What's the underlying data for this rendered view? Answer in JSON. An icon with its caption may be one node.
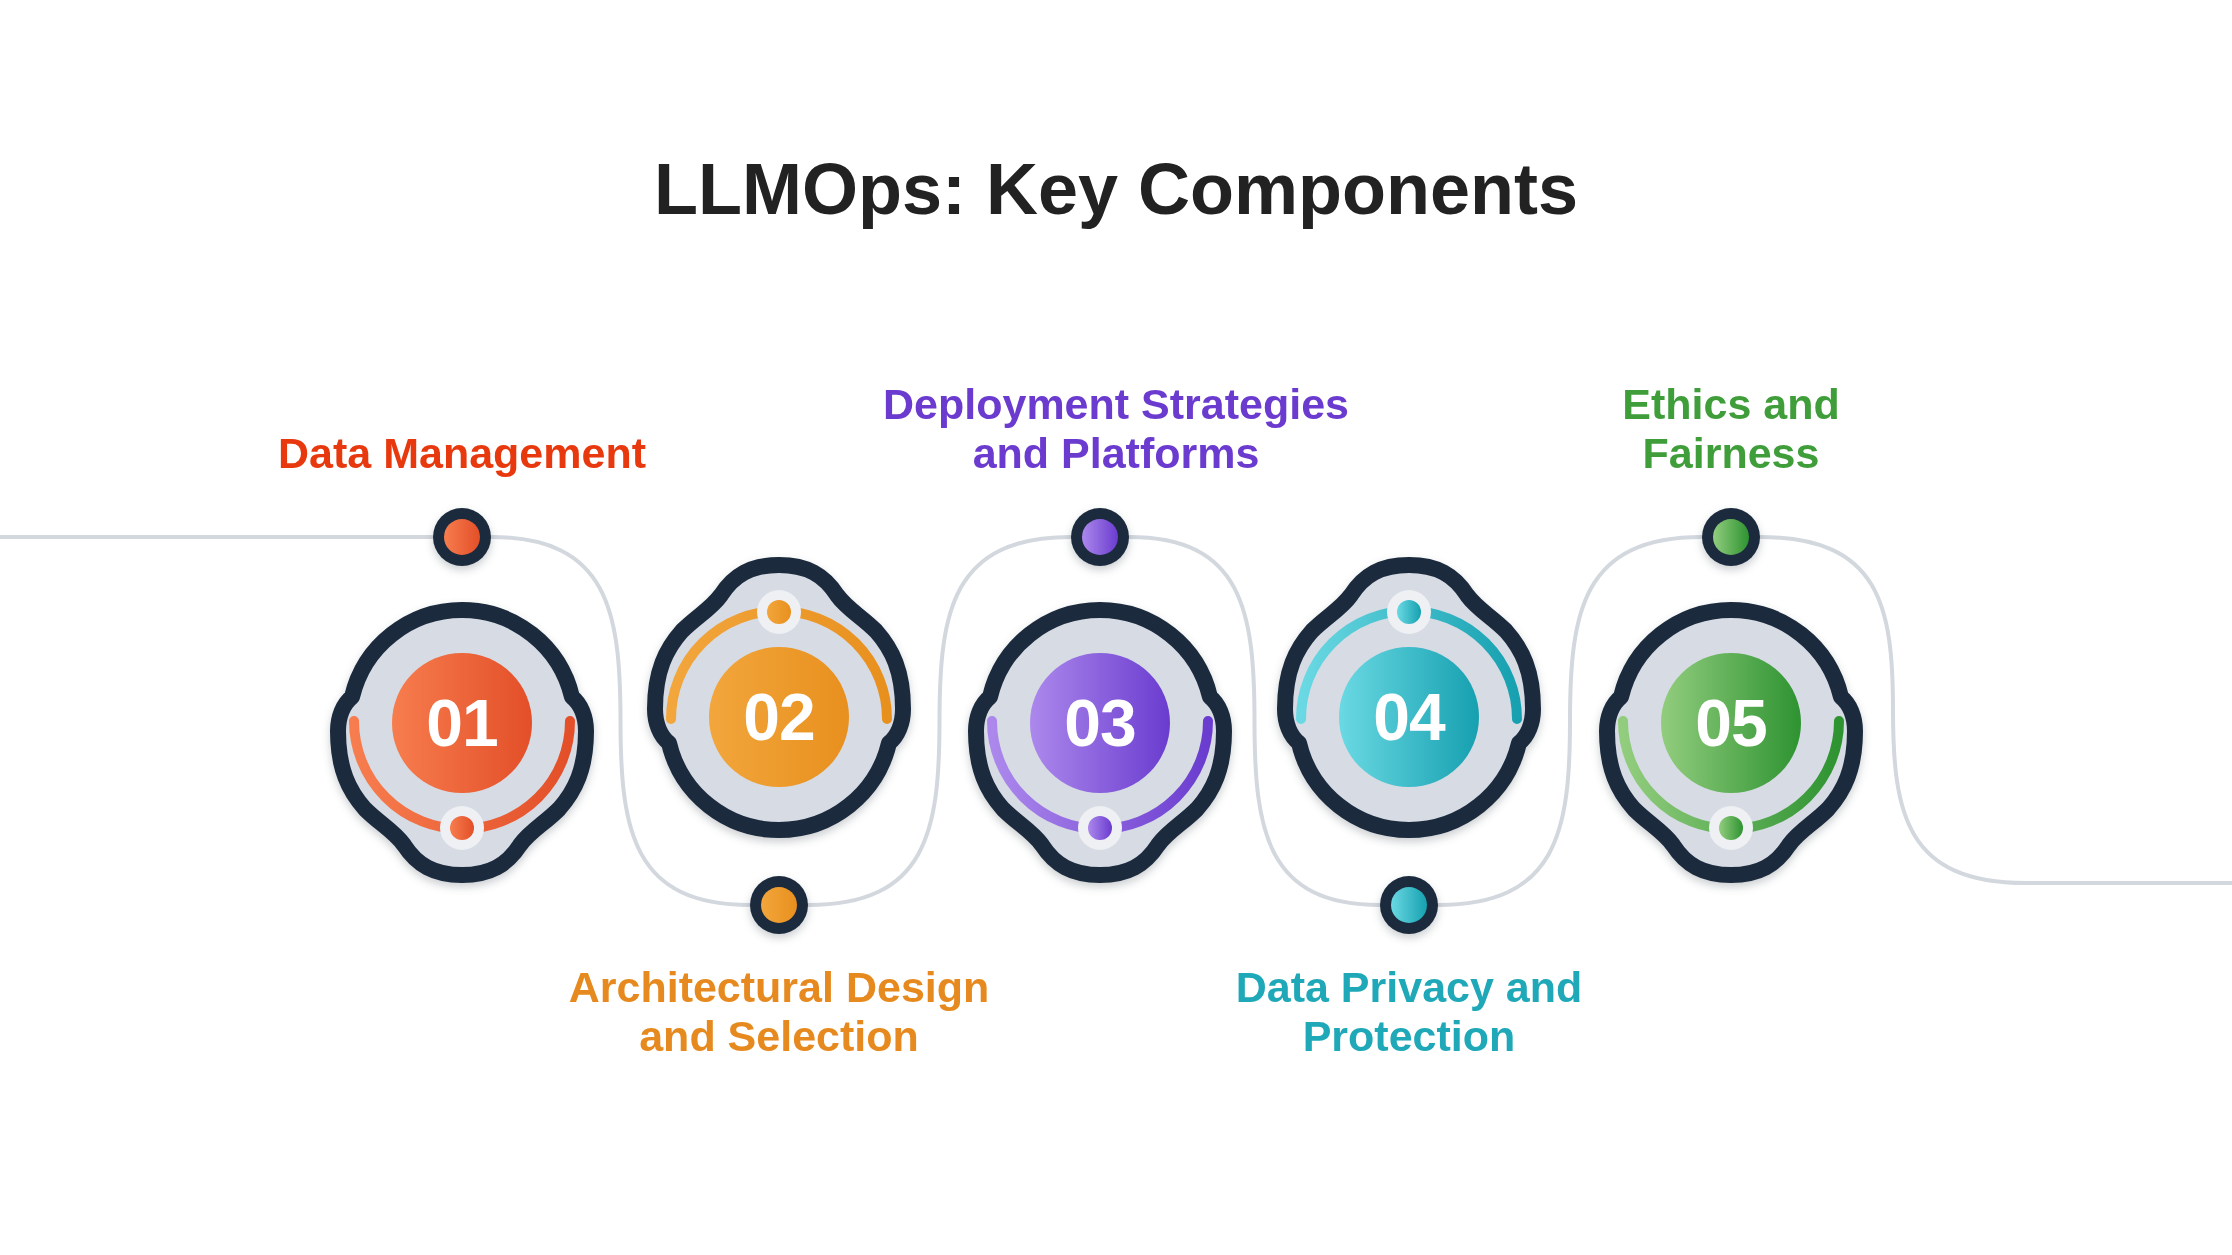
{
  "diagram": {
    "title": "LLMOps: Key Components",
    "nodes": [
      {
        "text": [
          "01"
        ]
      },
      {
        "text": [],
        "shape": "circle",
        "beside": [
          "Data Management"
        ]
      },
      {
        "text": [
          "02"
        ]
      },
      {
        "text": [],
        "shape": "circle",
        "beside": [
          "Architectural Design and Selection"
        ]
      },
      {
        "text": [
          "03"
        ]
      },
      {
        "text": [],
        "shape": "circle",
        "beside": [
          "Deployment Strategies and Platforms"
        ]
      },
      {
        "text": [
          "04"
        ]
      },
      {
        "text": [],
        "shape": "circle",
        "beside": [
          "Data Privacy and Protection"
        ]
      },
      {
        "text": [
          "05"
        ]
      },
      {
        "text": [],
        "shape": "circle",
        "beside": [
          "Ethics and Fairness"
        ]
      }
    ],
    "edges": [
      {
        "from": null,
        "to": 1,
        "arrow": "none"
      },
      {
        "from": 1,
        "to": 3,
        "arrow": "none"
      },
      {
        "from": 3,
        "to": 5,
        "arrow": "none"
      },
      {
        "from": 5,
        "to": 7,
        "arrow": "none"
      },
      {
        "from": 7,
        "to": 9,
        "arrow": "none"
      },
      {
        "from": 9,
        "to": null,
        "arrow": "none"
      }
    ]
  }
}
